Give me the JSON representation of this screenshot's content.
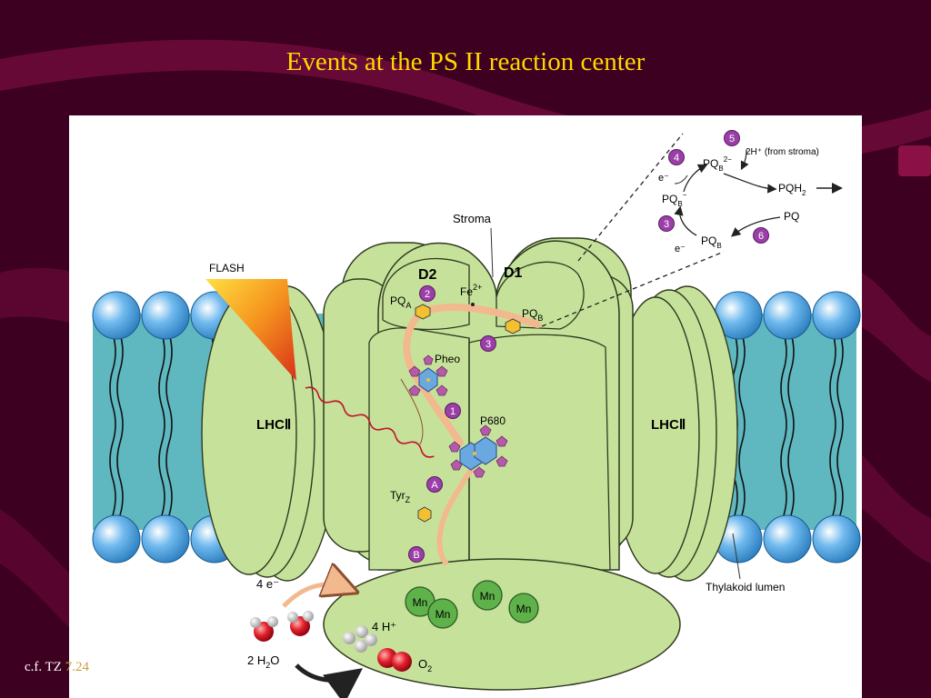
{
  "slide": {
    "title": "Events at the PS II reaction center",
    "caption_prefix": "c.f. TZ",
    "caption_ref": "7.24"
  },
  "colors": {
    "background": "#3d0020",
    "title": "#ffd800",
    "protein": "#c6e29a",
    "membrane": "#5fb7c0",
    "lipid_head": "#4b9fe0",
    "mn": "#5fb24a",
    "step_badge": "#9b3fa8",
    "flash": "#f08020"
  },
  "diagram": {
    "flash_label": "FLASH",
    "stroma_label": "Stroma",
    "d2_label": "D2",
    "d1_label": "D1",
    "fe_label": "Fe",
    "fe_charge": "2+",
    "pqa_label": "PQ",
    "pqa_sub": "A",
    "pqb_label": "PQ",
    "pqb_sub": "B",
    "pheo_label": "Pheo",
    "p680_label": "P680",
    "tyrz_label": "Tyr",
    "tyrz_sub": "Z",
    "lhc_left": "LHCⅡ",
    "lhc_right": "LHCⅡ",
    "lumen_label": "Thylakoid lumen",
    "electrons_label": "4 e⁻",
    "water_label": "2 H",
    "water_sub": "2",
    "water_suffix": "O",
    "protons_label": "4 H⁺",
    "oxygen_label": "O",
    "oxygen_sub": "2",
    "mn_label": "Mn",
    "steps": [
      "1",
      "2",
      "3",
      "A",
      "B"
    ],
    "cycle": {
      "steps": [
        "4",
        "5",
        "3",
        "6"
      ],
      "electron_top": "e⁻",
      "electron_bottom": "e⁻",
      "pqb2_label": "PQ",
      "pqb2_sub": "B",
      "pqb2_sup": "2−",
      "protons": "2H⁺ (from stroma)",
      "pqh2_label": "PQH",
      "pqh2_sub": "2",
      "pqb_radical_label": "PQ",
      "pqb_radical_sub": "B",
      "pqb_radical_sup": "−",
      "pqb_label": "PQ",
      "pqb_sub": "B",
      "pq_label": "PQ"
    }
  }
}
